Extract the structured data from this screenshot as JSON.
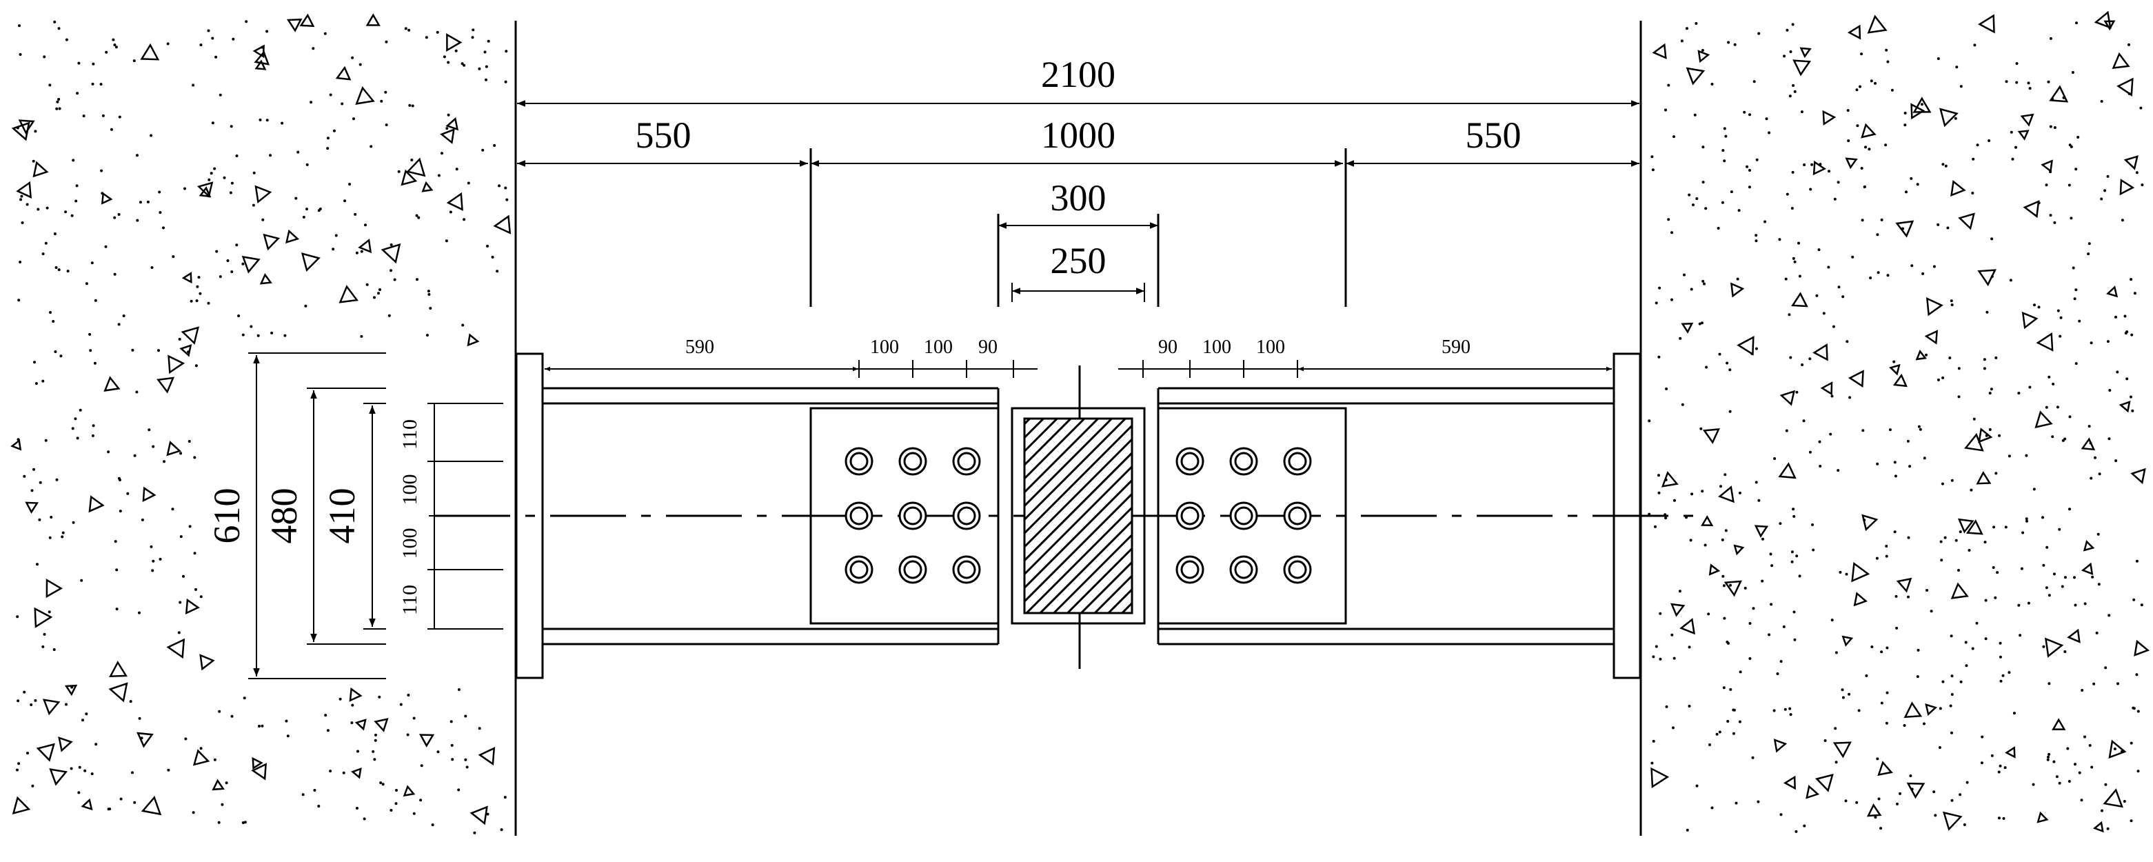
{
  "drawing": {
    "colors": {
      "line": "#000000",
      "background": "#ffffff"
    },
    "top_dimensions": {
      "overall": "2100",
      "left_segment": "550",
      "middle_segment": "1000",
      "right_segment": "550",
      "damper_outer": "300",
      "damper_inner": "250"
    },
    "beam_dimensions": {
      "left": [
        "590",
        "100",
        "100",
        "90"
      ],
      "right": [
        "90",
        "100",
        "100",
        "590"
      ]
    },
    "vertical_dimensions": {
      "overall_depth": "610",
      "flange_gap": "480",
      "web_height": "410",
      "bolt_rows": [
        "110",
        "100",
        "100",
        "110"
      ]
    }
  }
}
